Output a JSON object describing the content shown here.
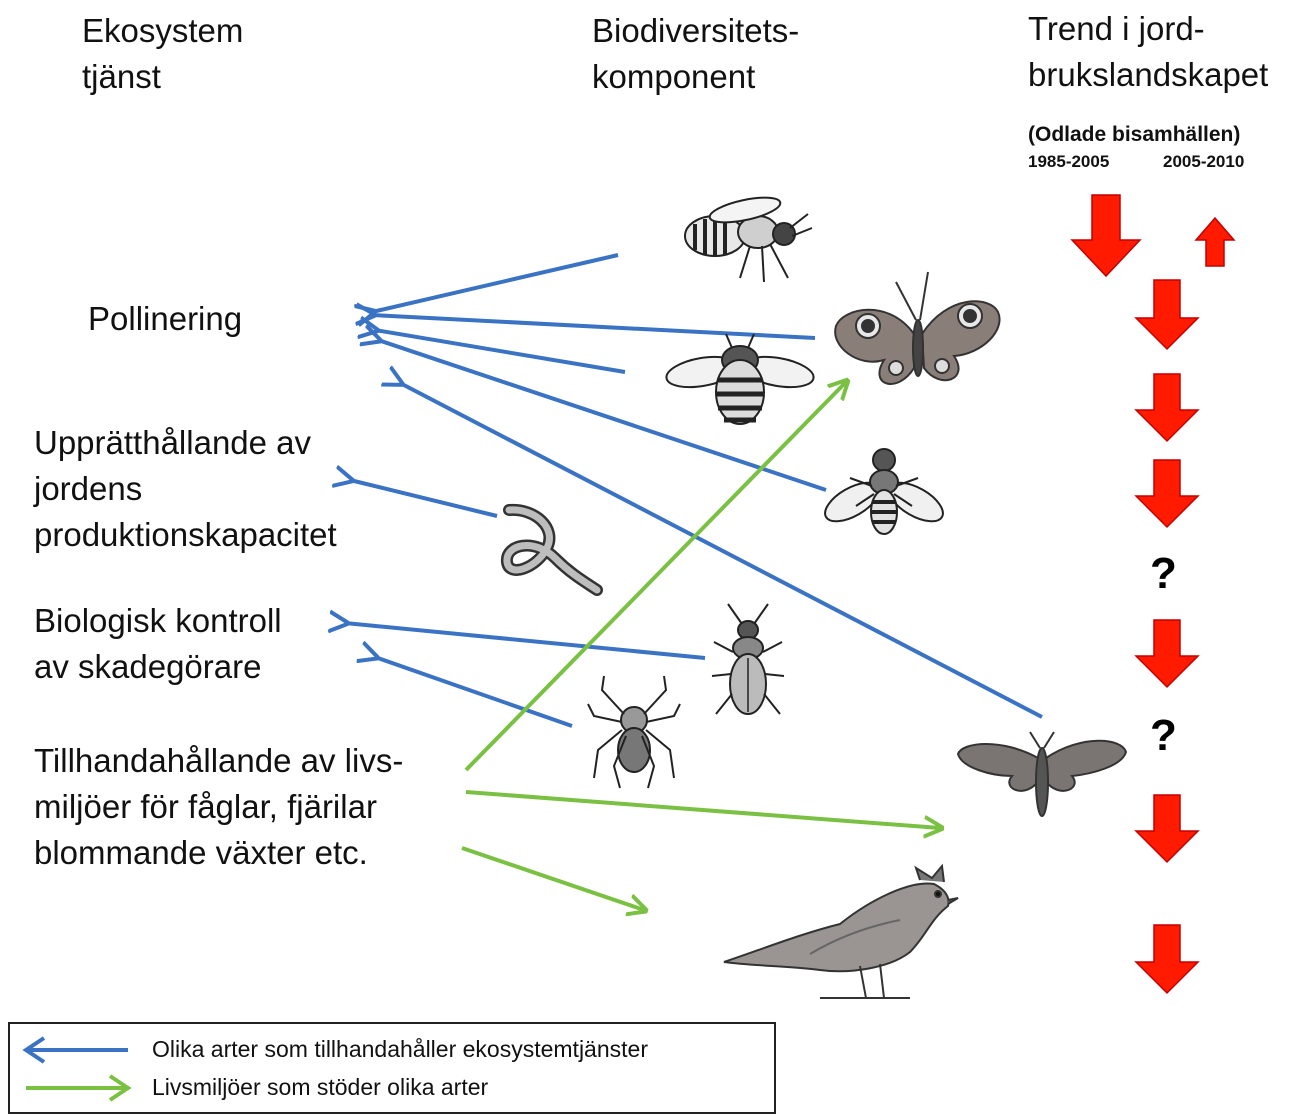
{
  "headers": {
    "service": "Ekosystem\ntjänst",
    "component": "Biodiversitets-\nkomponent",
    "trend": "Trend i jord-\nbrukslandskapet"
  },
  "trend_subtitle": "(Odlade bisamhällen)",
  "trend_periods": [
    "1985-2005",
    "2005-2010"
  ],
  "services": {
    "pollination": "Pollinering",
    "soil": "Upprätthållande av\njordens\nproduktionskapacitet",
    "biocontrol": "Biologisk  kontroll\nav skadegörare",
    "habitat": "Tillhandahållande av livs-\nmiljöer för fåglar, fjärilar\nblommande växter etc."
  },
  "components": [
    {
      "name": "honeybee-icon",
      "trend": "down",
      "trend2": "up"
    },
    {
      "name": "butterfly-icon",
      "trend": "down"
    },
    {
      "name": "bumblebee-icon",
      "trend": "down"
    },
    {
      "name": "hoverfly-icon",
      "trend": "down"
    },
    {
      "name": "earthworm-icon",
      "trend": "?"
    },
    {
      "name": "beetle-icon",
      "trend": "down"
    },
    {
      "name": "spider-icon",
      "trend": "?"
    },
    {
      "name": "moth-icon",
      "trend": "down"
    },
    {
      "name": "skylark-icon",
      "trend": "down"
    }
  ],
  "question_mark": "?",
  "legend": {
    "blue_label": "Olika arter som tillhandahåller ekosystemtjänster",
    "green_label": "Livsmiljöer som stöder olika arter"
  },
  "colors": {
    "blue_arrow": "#3a72c4",
    "green_arrow": "#7ac143",
    "trend_arrow": "#ff1a00"
  }
}
